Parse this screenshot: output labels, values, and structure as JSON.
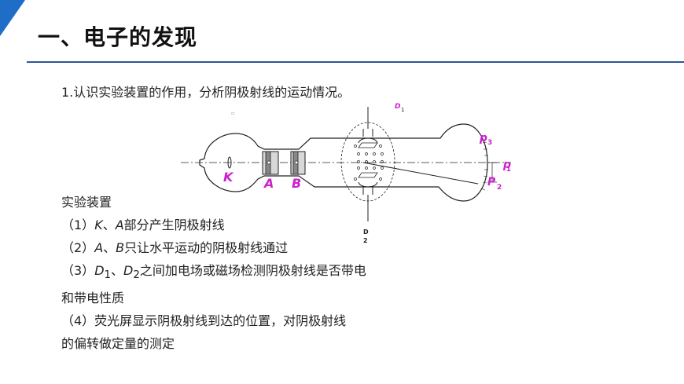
{
  "title": "一、电子的发现",
  "intro": "1.认识实验装置的作用，分析阴极射线的运动情况。",
  "diagram": {
    "label_k": "K",
    "label_a": "A",
    "label_b": "B",
    "label_d1": "D",
    "label_d1_sub": "1",
    "label_d2_top": "D",
    "label_d2_bottom": "2",
    "label_p3": "p",
    "label_p3_sub": "3",
    "label_p1": "p",
    "label_p1_sub": "1",
    "label_p2": "P",
    "label_p2_sub": "2"
  },
  "items": {
    "heading": "实验装置",
    "item1_a": "（1）",
    "item1_b": "K",
    "item1_c": "、",
    "item1_d": "A",
    "item1_e": "部分产生阴极射线",
    "item2_a": "（2）",
    "item2_b": "A",
    "item2_c": "、",
    "item2_d": "B",
    "item2_e": "只让水平运动的阴极射线通过",
    "item3_a": "（3）",
    "item3_b": "D",
    "item3_c": "1",
    "item3_d": "、",
    "item3_e": "D",
    "item3_f": "2",
    "item3_g": "之间加电场或磁场检测阴极射线是否带电",
    "item3_line2": "和带电性质",
    "item4_line1": "（4）荧光屏显示阴极射线到达的位置，对阴极射线",
    "item4_line2": "的偏转做定量的测定"
  },
  "colors": {
    "accent": "#2f5597",
    "corner": "#1e6ec8",
    "label": "#cc22cc"
  }
}
